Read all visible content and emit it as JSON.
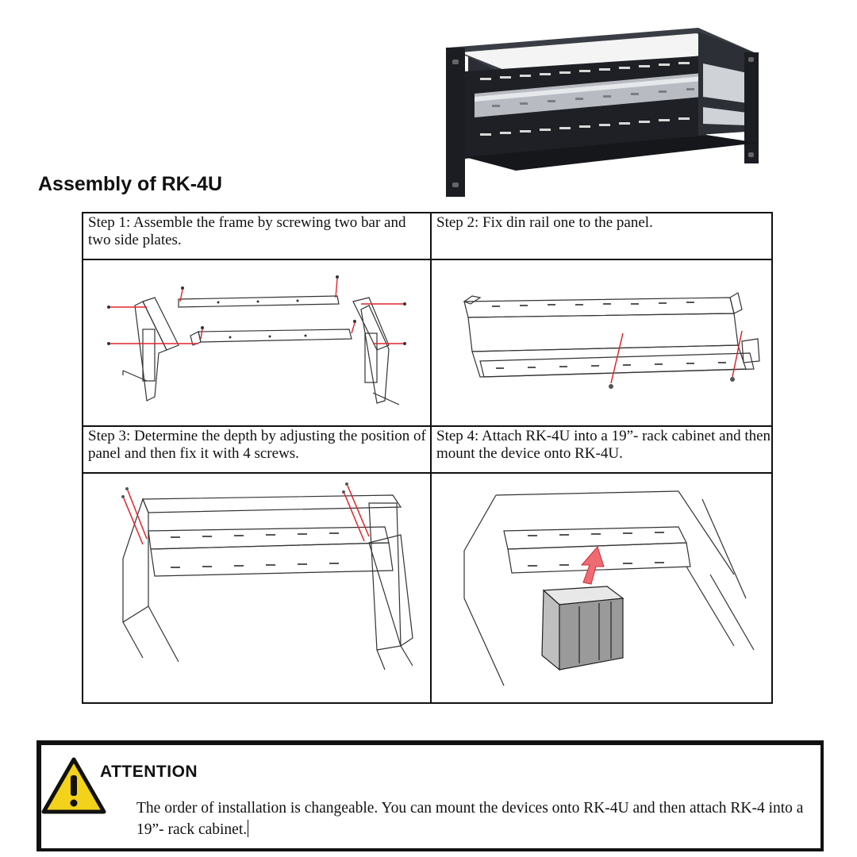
{
  "title": "Assembly of RK-4U",
  "steps": [
    {
      "caption": "Step 1: Assemble the frame by screwing two bar and two side plates."
    },
    {
      "caption": "Step 2: Fix din rail one to the panel."
    },
    {
      "caption": "Step 3: Determine the depth by adjusting the position of panel and then fix it with 4 screws."
    },
    {
      "caption": "Step 4: Attach RK-4U into a 19”- rack cabinet and then mount the device onto RK-4U."
    }
  ],
  "attention": {
    "heading": "ATTENTION",
    "text": "The order of installation is changeable. You can mount the devices onto RK-4U and then attach RK-4 into a 19”- rack cabinet."
  },
  "colors": {
    "warning_yellow": "#f2d21b",
    "accent_red": "#e0242b",
    "frame_black": "#1b1d22"
  },
  "icons": [
    "warning-icon"
  ]
}
